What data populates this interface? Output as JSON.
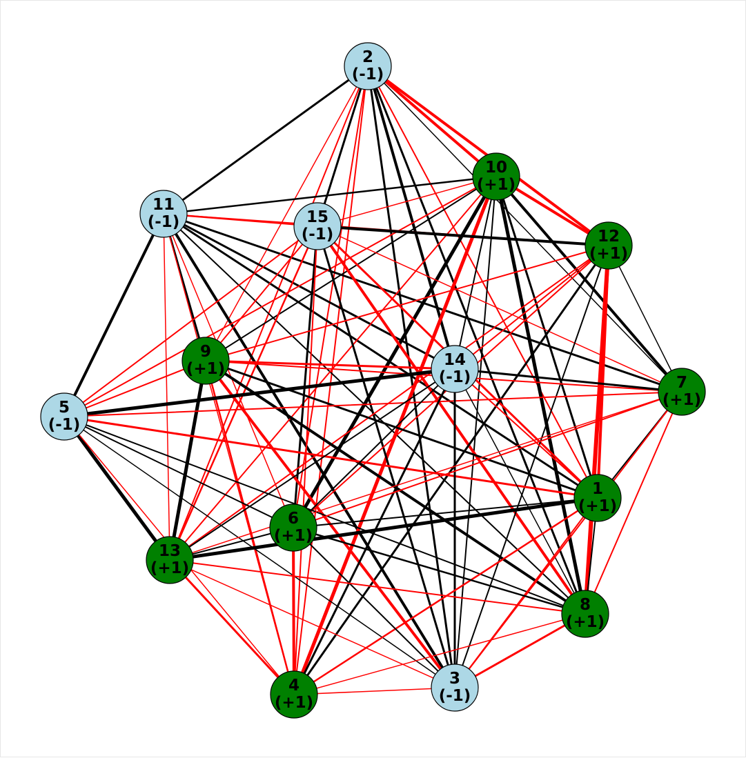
{
  "graph": {
    "colors": {
      "positive_node": "#008000",
      "negative_node": "#add8e6",
      "node_border": "#000000",
      "edge_black": "#000000",
      "edge_red": "#ff0000"
    },
    "nodes": [
      {
        "id": "1",
        "sign": "(+1)",
        "kind": "positive"
      },
      {
        "id": "2",
        "sign": "(-1)",
        "kind": "negative"
      },
      {
        "id": "3",
        "sign": "(-1)",
        "kind": "negative"
      },
      {
        "id": "4",
        "sign": "(+1)",
        "kind": "positive"
      },
      {
        "id": "5",
        "sign": "(-1)",
        "kind": "negative"
      },
      {
        "id": "6",
        "sign": "(+1)",
        "kind": "positive"
      },
      {
        "id": "7",
        "sign": "(+1)",
        "kind": "positive"
      },
      {
        "id": "8",
        "sign": "(+1)",
        "kind": "positive"
      },
      {
        "id": "9",
        "sign": "(+1)",
        "kind": "positive"
      },
      {
        "id": "10",
        "sign": "(+1)",
        "kind": "positive"
      },
      {
        "id": "11",
        "sign": "(-1)",
        "kind": "negative"
      },
      {
        "id": "12",
        "sign": "(+1)",
        "kind": "positive"
      },
      {
        "id": "13",
        "sign": "(+1)",
        "kind": "positive"
      },
      {
        "id": "14",
        "sign": "(-1)",
        "kind": "negative"
      },
      {
        "id": "15",
        "sign": "(-1)",
        "kind": "negative"
      }
    ],
    "edges": [
      {
        "u": "2",
        "v": "11",
        "color": "black",
        "weight": 3
      },
      {
        "u": "2",
        "v": "10",
        "color": "red",
        "weight": 4
      },
      {
        "u": "2",
        "v": "12",
        "color": "red",
        "weight": 4
      },
      {
        "u": "2",
        "v": "15",
        "color": "black",
        "weight": 3
      },
      {
        "u": "2",
        "v": "9",
        "color": "red",
        "weight": 1.5
      },
      {
        "u": "2",
        "v": "13",
        "color": "red",
        "weight": 2
      },
      {
        "u": "2",
        "v": "6",
        "color": "red",
        "weight": 2
      },
      {
        "u": "2",
        "v": "4",
        "color": "red",
        "weight": 2
      },
      {
        "u": "2",
        "v": "14",
        "color": "black",
        "weight": 4
      },
      {
        "u": "2",
        "v": "3",
        "color": "black",
        "weight": 3
      },
      {
        "u": "2",
        "v": "8",
        "color": "black",
        "weight": 3
      },
      {
        "u": "2",
        "v": "7",
        "color": "black",
        "weight": 1.5
      },
      {
        "u": "2",
        "v": "1",
        "color": "red",
        "weight": 2
      },
      {
        "u": "11",
        "v": "15",
        "color": "red",
        "weight": 2.5
      },
      {
        "u": "11",
        "v": "10",
        "color": "black",
        "weight": 2.5
      },
      {
        "u": "11",
        "v": "5",
        "color": "black",
        "weight": 4
      },
      {
        "u": "11",
        "v": "9",
        "color": "black",
        "weight": 3
      },
      {
        "u": "11",
        "v": "13",
        "color": "red",
        "weight": 1.5
      },
      {
        "u": "11",
        "v": "14",
        "color": "black",
        "weight": 3
      },
      {
        "u": "11",
        "v": "7",
        "color": "black",
        "weight": 3
      },
      {
        "u": "11",
        "v": "12",
        "color": "red",
        "weight": 1.5
      },
      {
        "u": "11",
        "v": "1",
        "color": "black",
        "weight": 3
      },
      {
        "u": "11",
        "v": "8",
        "color": "black",
        "weight": 2
      },
      {
        "u": "11",
        "v": "3",
        "color": "black",
        "weight": 4
      },
      {
        "u": "11",
        "v": "6",
        "color": "red",
        "weight": 1.5
      },
      {
        "u": "11",
        "v": "4",
        "color": "red",
        "weight": 1.5
      },
      {
        "u": "10",
        "v": "12",
        "color": "red",
        "weight": 4
      },
      {
        "u": "10",
        "v": "15",
        "color": "red",
        "weight": 1.5
      },
      {
        "u": "10",
        "v": "9",
        "color": "black",
        "weight": 2
      },
      {
        "u": "10",
        "v": "5",
        "color": "red",
        "weight": 2
      },
      {
        "u": "10",
        "v": "4",
        "color": "red",
        "weight": 5
      },
      {
        "u": "10",
        "v": "6",
        "color": "black",
        "weight": 5
      },
      {
        "u": "10",
        "v": "13",
        "color": "red",
        "weight": 2
      },
      {
        "u": "10",
        "v": "14",
        "color": "black",
        "weight": 2
      },
      {
        "u": "10",
        "v": "3",
        "color": "black",
        "weight": 2
      },
      {
        "u": "10",
        "v": "8",
        "color": "black",
        "weight": 5
      },
      {
        "u": "10",
        "v": "7",
        "color": "black",
        "weight": 4
      },
      {
        "u": "10",
        "v": "1",
        "color": "black",
        "weight": 3
      },
      {
        "u": "15",
        "v": "12",
        "color": "black",
        "weight": 4
      },
      {
        "u": "15",
        "v": "9",
        "color": "red",
        "weight": 2
      },
      {
        "u": "15",
        "v": "5",
        "color": "red",
        "weight": 2
      },
      {
        "u": "15",
        "v": "13",
        "color": "red",
        "weight": 2.5
      },
      {
        "u": "15",
        "v": "6",
        "color": "black",
        "weight": 3
      },
      {
        "u": "15",
        "v": "4",
        "color": "red",
        "weight": 2
      },
      {
        "u": "15",
        "v": "3",
        "color": "black",
        "weight": 3
      },
      {
        "u": "15",
        "v": "8",
        "color": "red",
        "weight": 4
      },
      {
        "u": "15",
        "v": "1",
        "color": "red",
        "weight": 3
      },
      {
        "u": "15",
        "v": "7",
        "color": "red",
        "weight": 1.5
      },
      {
        "u": "12",
        "v": "9",
        "color": "red",
        "weight": 2
      },
      {
        "u": "12",
        "v": "8",
        "color": "red",
        "weight": 6
      },
      {
        "u": "12",
        "v": "1",
        "color": "red",
        "weight": 4
      },
      {
        "u": "12",
        "v": "7",
        "color": "black",
        "weight": 1.5
      },
      {
        "u": "12",
        "v": "14",
        "color": "red",
        "weight": 2
      },
      {
        "u": "12",
        "v": "6",
        "color": "red",
        "weight": 2
      },
      {
        "u": "12",
        "v": "13",
        "color": "red",
        "weight": 2
      },
      {
        "u": "12",
        "v": "4",
        "color": "black",
        "weight": 3
      },
      {
        "u": "12",
        "v": "3",
        "color": "black",
        "weight": 2
      },
      {
        "u": "9",
        "v": "14",
        "color": "red",
        "weight": 3
      },
      {
        "u": "9",
        "v": "13",
        "color": "black",
        "weight": 5
      },
      {
        "u": "9",
        "v": "4",
        "color": "red",
        "weight": 2.5
      },
      {
        "u": "9",
        "v": "3",
        "color": "red",
        "weight": 4
      },
      {
        "u": "9",
        "v": "8",
        "color": "black",
        "weight": 4
      },
      {
        "u": "9",
        "v": "1",
        "color": "black",
        "weight": 3
      },
      {
        "u": "9",
        "v": "7",
        "color": "red",
        "weight": 2
      },
      {
        "u": "9",
        "v": "5",
        "color": "red",
        "weight": 2
      },
      {
        "u": "5",
        "v": "14",
        "color": "black",
        "weight": 5
      },
      {
        "u": "5",
        "v": "7",
        "color": "red",
        "weight": 2
      },
      {
        "u": "5",
        "v": "1",
        "color": "red",
        "weight": 3
      },
      {
        "u": "5",
        "v": "13",
        "color": "black",
        "weight": 5
      },
      {
        "u": "5",
        "v": "6",
        "color": "black",
        "weight": 2
      },
      {
        "u": "5",
        "v": "8",
        "color": "black",
        "weight": 2
      },
      {
        "u": "5",
        "v": "3",
        "color": "black",
        "weight": 1.5
      },
      {
        "u": "5",
        "v": "4",
        "color": "red",
        "weight": 1.5
      },
      {
        "u": "14",
        "v": "7",
        "color": "black",
        "weight": 3
      },
      {
        "u": "14",
        "v": "1",
        "color": "red",
        "weight": 2
      },
      {
        "u": "14",
        "v": "8",
        "color": "black",
        "weight": 1.5
      },
      {
        "u": "14",
        "v": "3",
        "color": "black",
        "weight": 3
      },
      {
        "u": "14",
        "v": "4",
        "color": "black",
        "weight": 3
      },
      {
        "u": "14",
        "v": "13",
        "color": "black",
        "weight": 2
      },
      {
        "u": "14",
        "v": "6",
        "color": "black",
        "weight": 2
      },
      {
        "u": "7",
        "v": "6",
        "color": "red",
        "weight": 2
      },
      {
        "u": "7",
        "v": "13",
        "color": "red",
        "weight": 1.5
      },
      {
        "u": "7",
        "v": "1",
        "color": "black",
        "weight": 2
      },
      {
        "u": "7",
        "v": "8",
        "color": "red",
        "weight": 2
      },
      {
        "u": "7",
        "v": "3",
        "color": "red",
        "weight": 2
      },
      {
        "u": "1",
        "v": "6",
        "color": "black",
        "weight": 2
      },
      {
        "u": "1",
        "v": "13",
        "color": "black",
        "weight": 5
      },
      {
        "u": "1",
        "v": "4",
        "color": "red",
        "weight": 2.5
      },
      {
        "u": "1",
        "v": "3",
        "color": "red",
        "weight": 2
      },
      {
        "u": "1",
        "v": "8",
        "color": "black",
        "weight": 2
      },
      {
        "u": "6",
        "v": "13",
        "color": "black",
        "weight": 2
      },
      {
        "u": "6",
        "v": "4",
        "color": "red",
        "weight": 4
      },
      {
        "u": "6",
        "v": "8",
        "color": "black",
        "weight": 2.5
      },
      {
        "u": "6",
        "v": "3",
        "color": "black",
        "weight": 2
      },
      {
        "u": "13",
        "v": "4",
        "color": "red",
        "weight": 3
      },
      {
        "u": "13",
        "v": "8",
        "color": "red",
        "weight": 2
      },
      {
        "u": "13",
        "v": "3",
        "color": "red",
        "weight": 1.5
      },
      {
        "u": "4",
        "v": "3",
        "color": "red",
        "weight": 1.5
      },
      {
        "u": "4",
        "v": "8",
        "color": "red",
        "weight": 1.5
      },
      {
        "u": "3",
        "v": "8",
        "color": "red",
        "weight": 3
      }
    ]
  }
}
